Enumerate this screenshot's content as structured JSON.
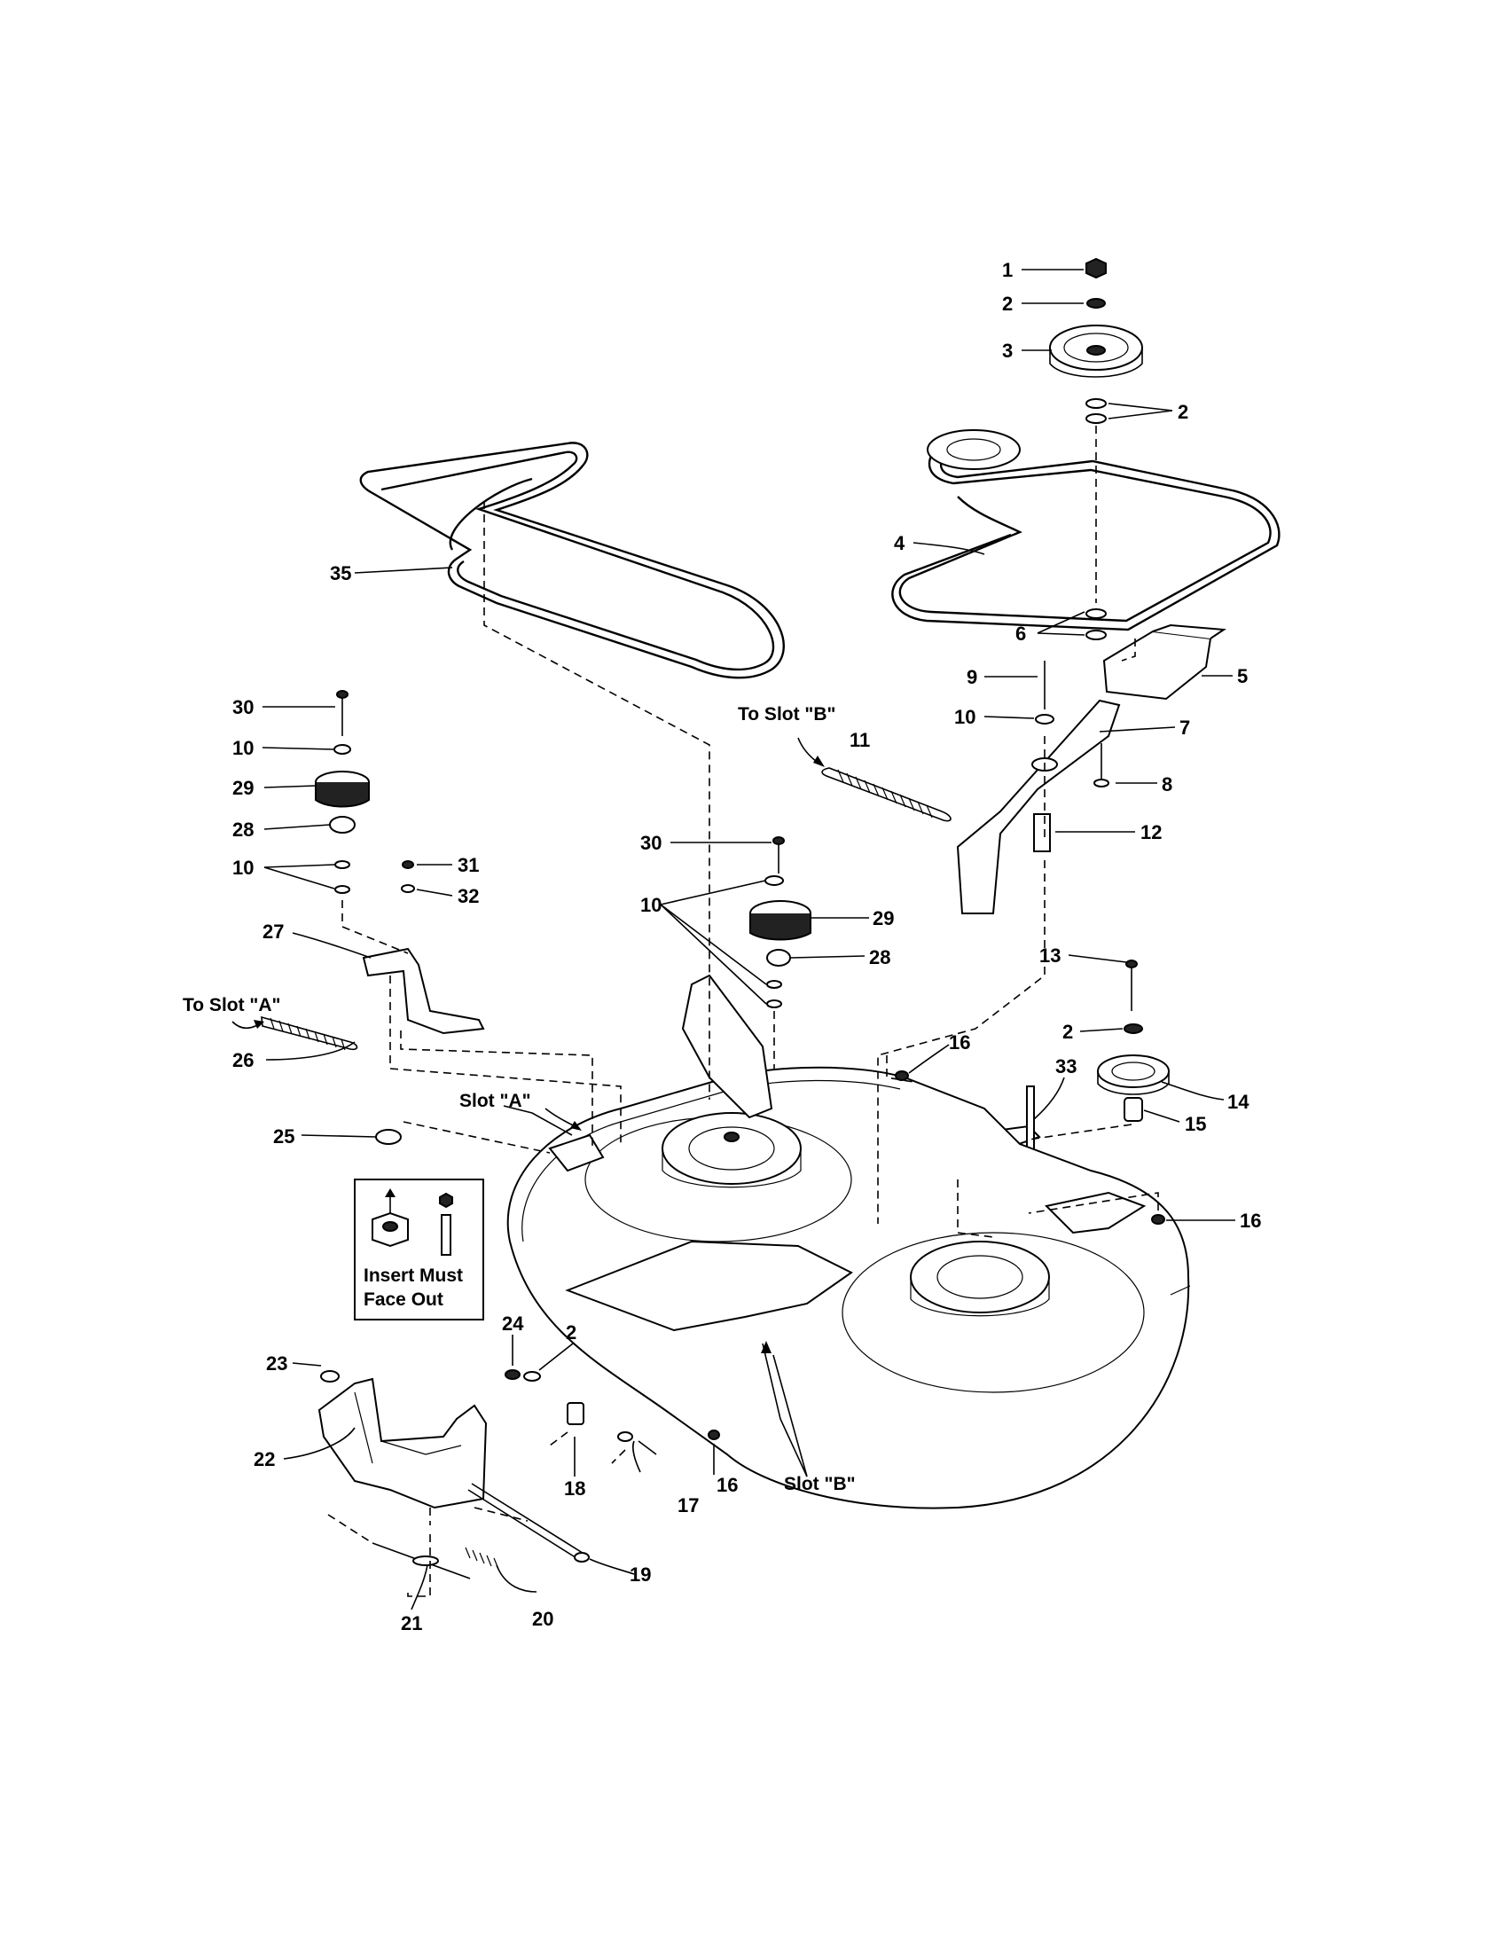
{
  "callouts": {
    "c1": "1",
    "c2a": "2",
    "c3": "3",
    "c2b": "2",
    "c4": "4",
    "c35": "35",
    "c6": "6",
    "c5": "5",
    "c9": "9",
    "c10a": "10",
    "c7": "7",
    "c8": "8",
    "c12": "12",
    "c30a": "30",
    "c10b": "10",
    "c29a": "29",
    "c28a": "28",
    "c10c": "10",
    "c31": "31",
    "c32": "32",
    "c27": "27",
    "c26": "26",
    "c11": "11",
    "c30b": "30",
    "c10d": "10",
    "c29b": "29",
    "c28b": "28",
    "c13": "13",
    "c2c": "2",
    "c14": "14",
    "c15": "15",
    "c16a": "16",
    "c33": "33",
    "c16b": "16",
    "c25": "25",
    "c24": "24",
    "c2d": "2",
    "c23": "23",
    "c22": "22",
    "c18": "18",
    "c17": "17",
    "c16c": "16",
    "c19": "19",
    "c21": "21",
    "c20": "20"
  },
  "captions": {
    "to_slot_b": "To Slot \"B\"",
    "to_slot_a": "To Slot \"A\"",
    "slot_a": "Slot \"A\"",
    "slot_b": "Slot \"B\"",
    "insert_line1": "Insert Must",
    "insert_line2": "Face Out"
  }
}
